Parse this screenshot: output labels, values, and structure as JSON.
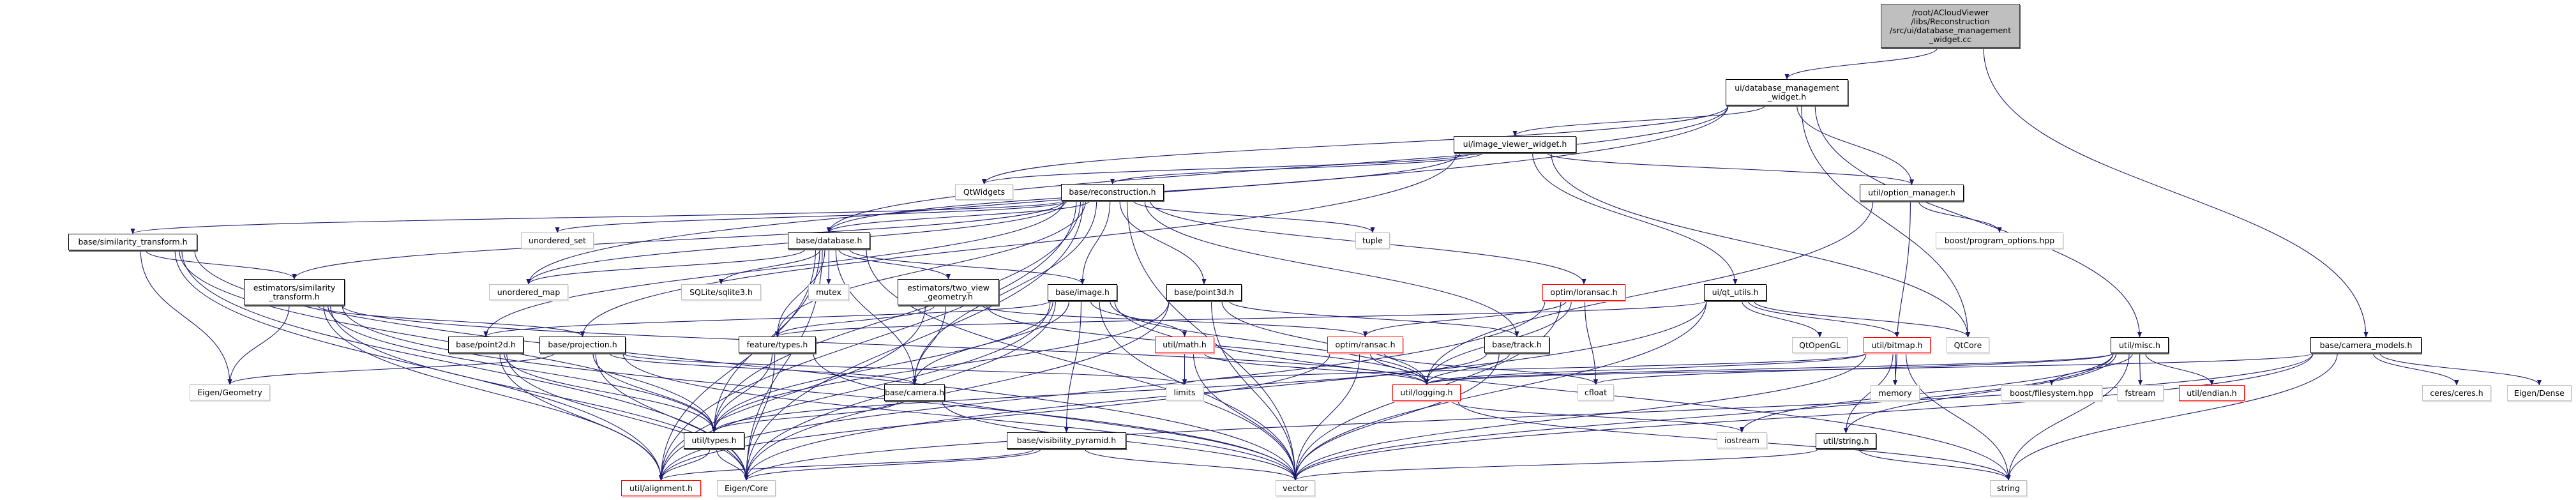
{
  "graph": {
    "edge_color": "#191970",
    "nodes": [
      {
        "id": "root",
        "label": "/root/ACloudViewer\n/libs/Reconstruction\n/src/ui/database_management\n_widget.cc",
        "kind": "root"
      },
      {
        "id": "dmw",
        "label": "ui/database_management\n_widget.h",
        "kind": "doc"
      },
      {
        "id": "ivw",
        "label": "ui/image_viewer_widget.h",
        "kind": "doc"
      },
      {
        "id": "qtwidgets",
        "label": "QtWidgets",
        "kind": "ext"
      },
      {
        "id": "recon",
        "label": "base/reconstruction.h",
        "kind": "doc"
      },
      {
        "id": "optmgr",
        "label": "util/option_manager.h",
        "kind": "doc"
      },
      {
        "id": "simtf",
        "label": "base/similarity_transform.h",
        "kind": "doc"
      },
      {
        "id": "unset",
        "label": "unordered_set",
        "kind": "ext"
      },
      {
        "id": "tuple",
        "label": "tuple",
        "kind": "ext"
      },
      {
        "id": "database",
        "label": "base/database.h",
        "kind": "doc"
      },
      {
        "id": "progopts",
        "label": "boost/program_options.hpp",
        "kind": "ext"
      },
      {
        "id": "estsim",
        "label": "estimators/similarity\n_transform.h",
        "kind": "doc"
      },
      {
        "id": "twoview",
        "label": "estimators/two_view\n_geometry.h",
        "kind": "doc"
      },
      {
        "id": "unmap",
        "label": "unordered_map",
        "kind": "ext"
      },
      {
        "id": "sqlite",
        "label": "SQLite/sqlite3.h",
        "kind": "ext"
      },
      {
        "id": "mutex",
        "label": "mutex",
        "kind": "ext"
      },
      {
        "id": "image",
        "label": "base/image.h",
        "kind": "doc"
      },
      {
        "id": "point3d",
        "label": "base/point3d.h",
        "kind": "doc"
      },
      {
        "id": "loransac",
        "label": "optim/loransac.h",
        "kind": "red"
      },
      {
        "id": "qtutils",
        "label": "ui/qt_utils.h",
        "kind": "doc"
      },
      {
        "id": "point2d",
        "label": "base/point2d.h",
        "kind": "doc"
      },
      {
        "id": "projection",
        "label": "base/projection.h",
        "kind": "doc"
      },
      {
        "id": "ftypes",
        "label": "feature/types.h",
        "kind": "doc"
      },
      {
        "id": "math",
        "label": "util/math.h",
        "kind": "red"
      },
      {
        "id": "ransac",
        "label": "optim/ransac.h",
        "kind": "red"
      },
      {
        "id": "track",
        "label": "base/track.h",
        "kind": "doc"
      },
      {
        "id": "qtopengl",
        "label": "QtOpenGL",
        "kind": "ext"
      },
      {
        "id": "bitmap",
        "label": "util/bitmap.h",
        "kind": "red"
      },
      {
        "id": "qtcore",
        "label": "QtCore",
        "kind": "ext"
      },
      {
        "id": "misc",
        "label": "util/misc.h",
        "kind": "doc"
      },
      {
        "id": "cammodels",
        "label": "base/camera_models.h",
        "kind": "doc"
      },
      {
        "id": "eigeo",
        "label": "Eigen/Geometry",
        "kind": "ext"
      },
      {
        "id": "camera",
        "label": "base/camera.h",
        "kind": "doc"
      },
      {
        "id": "limits",
        "label": "limits",
        "kind": "ext"
      },
      {
        "id": "logging",
        "label": "util/logging.h",
        "kind": "red"
      },
      {
        "id": "cfloat",
        "label": "cfloat",
        "kind": "ext"
      },
      {
        "id": "memory",
        "label": "memory",
        "kind": "ext"
      },
      {
        "id": "bfs",
        "label": "boost/filesystem.hpp",
        "kind": "ext"
      },
      {
        "id": "fstream",
        "label": "fstream",
        "kind": "ext"
      },
      {
        "id": "endian",
        "label": "util/endian.h",
        "kind": "red"
      },
      {
        "id": "ceres",
        "label": "ceres/ceres.h",
        "kind": "ext"
      },
      {
        "id": "eidense",
        "label": "Eigen/Dense",
        "kind": "ext"
      },
      {
        "id": "types",
        "label": "util/types.h",
        "kind": "doc"
      },
      {
        "id": "vispyr",
        "label": "base/visibility_pyramid.h",
        "kind": "doc"
      },
      {
        "id": "iostream",
        "label": "iostream",
        "kind": "ext"
      },
      {
        "id": "ustring",
        "label": "util/string.h",
        "kind": "doc"
      },
      {
        "id": "alignment",
        "label": "util/alignment.h",
        "kind": "red"
      },
      {
        "id": "eicore",
        "label": "Eigen/Core",
        "kind": "ext"
      },
      {
        "id": "vector",
        "label": "vector",
        "kind": "ext"
      },
      {
        "id": "string",
        "label": "string",
        "kind": "ext"
      }
    ],
    "edges": [
      [
        "root",
        "dmw"
      ],
      [
        "root",
        "cammodels"
      ],
      [
        "dmw",
        "ivw"
      ],
      [
        "dmw",
        "qtwidgets"
      ],
      [
        "dmw",
        "database"
      ],
      [
        "dmw",
        "unmap"
      ],
      [
        "dmw",
        "optmgr"
      ],
      [
        "dmw",
        "qtcore"
      ],
      [
        "dmw",
        "misc"
      ],
      [
        "ivw",
        "qtwidgets"
      ],
      [
        "ivw",
        "recon"
      ],
      [
        "ivw",
        "database"
      ],
      [
        "ivw",
        "optmgr"
      ],
      [
        "ivw",
        "qtutils"
      ],
      [
        "ivw",
        "qtcore"
      ],
      [
        "ivw",
        "projection"
      ],
      [
        "recon",
        "database"
      ],
      [
        "recon",
        "simtf"
      ],
      [
        "recon",
        "estsim"
      ],
      [
        "recon",
        "unset"
      ],
      [
        "recon",
        "unmap"
      ],
      [
        "recon",
        "tuple"
      ],
      [
        "recon",
        "image"
      ],
      [
        "recon",
        "point2d"
      ],
      [
        "recon",
        "point3d"
      ],
      [
        "recon",
        "camera"
      ],
      [
        "recon",
        "track"
      ],
      [
        "recon",
        "loransac"
      ],
      [
        "recon",
        "alignment"
      ],
      [
        "recon",
        "types"
      ],
      [
        "recon",
        "vector"
      ],
      [
        "recon",
        "eicore"
      ],
      [
        "recon",
        "ftypes"
      ],
      [
        "database",
        "unmap"
      ],
      [
        "database",
        "sqlite"
      ],
      [
        "database",
        "mutex"
      ],
      [
        "database",
        "twoview"
      ],
      [
        "database",
        "image"
      ],
      [
        "database",
        "camera"
      ],
      [
        "database",
        "ftypes"
      ],
      [
        "database",
        "types"
      ],
      [
        "database",
        "alignment"
      ],
      [
        "database",
        "vector"
      ],
      [
        "database",
        "eicore"
      ],
      [
        "simtf",
        "estsim"
      ],
      [
        "simtf",
        "eigeo"
      ],
      [
        "simtf",
        "alignment"
      ],
      [
        "simtf",
        "types"
      ],
      [
        "simtf",
        "vector"
      ],
      [
        "simtf",
        "eicore"
      ],
      [
        "estsim",
        "eigeo"
      ],
      [
        "estsim",
        "projection"
      ],
      [
        "estsim",
        "alignment"
      ],
      [
        "estsim",
        "types"
      ],
      [
        "estsim",
        "logging"
      ],
      [
        "estsim",
        "vector"
      ],
      [
        "estsim",
        "eicore"
      ],
      [
        "point2d",
        "alignment"
      ],
      [
        "point2d",
        "types"
      ],
      [
        "point2d",
        "eicore"
      ],
      [
        "projection",
        "eigeo"
      ],
      [
        "projection",
        "camera"
      ],
      [
        "projection",
        "types"
      ],
      [
        "projection",
        "limits"
      ],
      [
        "projection",
        "vector"
      ],
      [
        "projection",
        "eicore"
      ],
      [
        "ftypes",
        "types"
      ],
      [
        "ftypes",
        "eicore"
      ],
      [
        "ftypes",
        "vector"
      ],
      [
        "twoview",
        "camera"
      ],
      [
        "twoview",
        "ftypes"
      ],
      [
        "twoview",
        "ransac"
      ],
      [
        "twoview",
        "logging"
      ],
      [
        "twoview",
        "alignment"
      ],
      [
        "image",
        "camera"
      ],
      [
        "image",
        "math"
      ],
      [
        "image",
        "vispyr"
      ],
      [
        "image",
        "logging"
      ],
      [
        "image",
        "types"
      ],
      [
        "image",
        "point2d"
      ],
      [
        "image",
        "vector"
      ],
      [
        "image",
        "string"
      ],
      [
        "image",
        "eicore"
      ],
      [
        "image",
        "alignment"
      ],
      [
        "point3d",
        "track"
      ],
      [
        "point3d",
        "logging"
      ],
      [
        "point3d",
        "types"
      ],
      [
        "point3d",
        "vector"
      ],
      [
        "point3d",
        "eicore"
      ],
      [
        "math",
        "limits"
      ],
      [
        "math",
        "logging"
      ],
      [
        "math",
        "vector"
      ],
      [
        "ransac",
        "logging"
      ],
      [
        "ransac",
        "cfloat"
      ],
      [
        "ransac",
        "vector"
      ],
      [
        "ransac",
        "alignment"
      ],
      [
        "loransac",
        "ransac"
      ],
      [
        "loransac",
        "logging"
      ],
      [
        "loransac",
        "cfloat"
      ],
      [
        "loransac",
        "vector"
      ],
      [
        "loransac",
        "alignment"
      ],
      [
        "track",
        "logging"
      ],
      [
        "track",
        "types"
      ],
      [
        "track",
        "vector"
      ],
      [
        "camera",
        "types"
      ],
      [
        "camera",
        "vector"
      ],
      [
        "vispyr",
        "alignment"
      ],
      [
        "vispyr",
        "eicore"
      ],
      [
        "vispyr",
        "vector"
      ],
      [
        "qtutils",
        "ftypes"
      ],
      [
        "qtutils",
        "qtopengl"
      ],
      [
        "qtutils",
        "bitmap"
      ],
      [
        "qtutils",
        "qtcore"
      ],
      [
        "qtutils",
        "eicore"
      ],
      [
        "qtutils",
        "vector"
      ],
      [
        "logging",
        "iostream"
      ],
      [
        "logging",
        "string"
      ],
      [
        "types",
        "alignment"
      ],
      [
        "types",
        "eicore"
      ],
      [
        "bitmap",
        "memory"
      ],
      [
        "bitmap",
        "ustring"
      ],
      [
        "bitmap",
        "string"
      ],
      [
        "bitmap",
        "vector"
      ],
      [
        "bitmap",
        "logging"
      ],
      [
        "bitmap",
        "limits"
      ],
      [
        "optmgr",
        "progopts"
      ],
      [
        "optmgr",
        "memory"
      ],
      [
        "optmgr",
        "logging"
      ],
      [
        "misc",
        "bfs"
      ],
      [
        "misc",
        "fstream"
      ],
      [
        "misc",
        "endian"
      ],
      [
        "misc",
        "ustring"
      ],
      [
        "misc",
        "string"
      ],
      [
        "misc",
        "vector"
      ],
      [
        "misc",
        "logging"
      ],
      [
        "misc",
        "iostream"
      ],
      [
        "misc",
        "cfloat"
      ],
      [
        "cammodels",
        "ceres"
      ],
      [
        "cammodels",
        "eidense"
      ],
      [
        "cammodels",
        "string"
      ],
      [
        "cammodels",
        "vector"
      ],
      [
        "cammodels",
        "logging"
      ],
      [
        "cammodels",
        "eicore"
      ],
      [
        "ustring",
        "string"
      ],
      [
        "ustring",
        "vector"
      ]
    ]
  }
}
